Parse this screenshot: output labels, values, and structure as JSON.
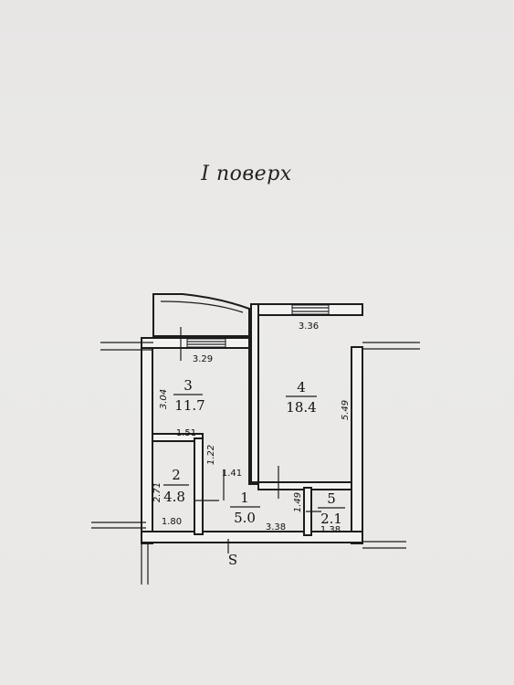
{
  "title": "I поверх",
  "rooms": [
    {
      "number": "1",
      "area": "5.0"
    },
    {
      "number": "2",
      "area": "4.8"
    },
    {
      "number": "3",
      "area": "11.7"
    },
    {
      "number": "4",
      "area": "18.4"
    },
    {
      "number": "5",
      "area": "2.1"
    }
  ],
  "dimensions": {
    "room3_width": "3.29",
    "room3_height": "3.04",
    "room4_width": "3.36",
    "room4_height": "5.49",
    "hall_width_top": "1.51",
    "hall_depth": "1.22",
    "hall_gap": "1.41",
    "room2_height": "2.71",
    "room2_width": "1.80",
    "room1_width": "3.38",
    "room5_height": "1.49",
    "room5_width": "1.38"
  },
  "section_mark": "S"
}
